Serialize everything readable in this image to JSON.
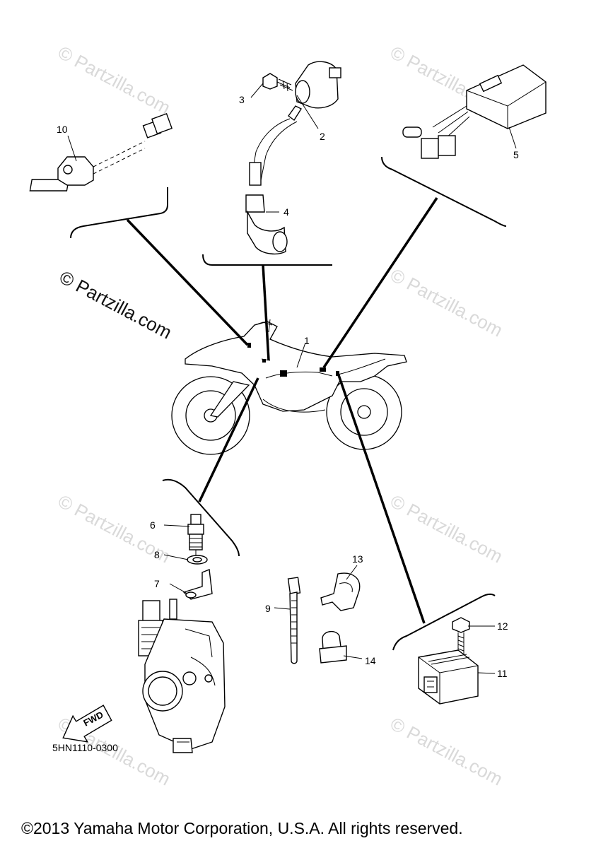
{
  "watermark": {
    "main": "© Partzilla.com",
    "faint": "© Partzilla.com"
  },
  "callouts": [
    "1",
    "2",
    "3",
    "4",
    "5",
    "6",
    "7",
    "8",
    "9",
    "10",
    "11",
    "12",
    "13",
    "14"
  ],
  "diagram_code": "5HN1110-0300",
  "fwd_label": "FWD",
  "copyright": "©2013 Yamaha Motor Corporation, U.S.A. All rights reserved."
}
